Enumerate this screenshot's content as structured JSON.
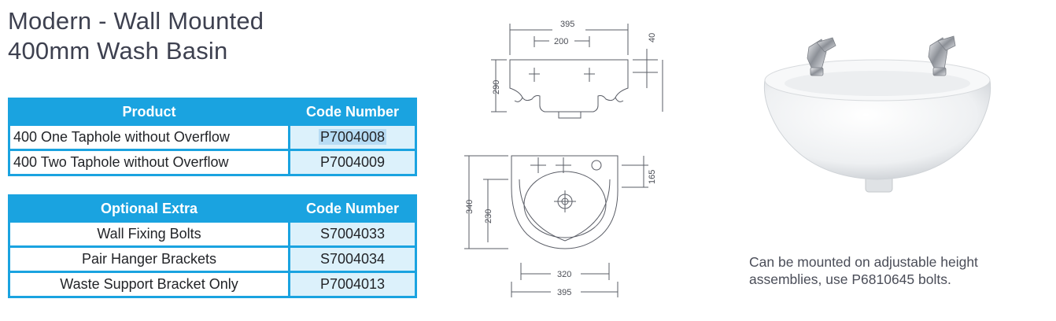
{
  "title": {
    "line1": "Modern - Wall Mounted",
    "line2": "400mm Wash Basin"
  },
  "product_table": {
    "headers": [
      "Product",
      "Code Number"
    ],
    "rows": [
      {
        "description": "400 One Taphole without Overflow",
        "code": "P7004008"
      },
      {
        "description": "400 Two Taphole without Overflow",
        "code": "P7004009"
      }
    ]
  },
  "extras_table": {
    "headers": [
      "Optional Extra",
      "Code Number"
    ],
    "rows": [
      {
        "description": "Wall Fixing Bolts",
        "code": "S7004033"
      },
      {
        "description": "Pair Hanger Brackets",
        "code": "S7004034"
      },
      {
        "description": "Waste Support Bracket Only",
        "code": "P7004013"
      }
    ]
  },
  "front_view": {
    "width_label": "395",
    "taphole_spacing_label": "200",
    "rim_depth_label": "40",
    "height_label": "290"
  },
  "plan_view": {
    "depth_label": "340",
    "bowl_depth_label": "230",
    "taphole_offset_label": "165",
    "bowl_width_label": "320",
    "width_label": "395"
  },
  "note": {
    "line1": "Can be mounted on adjustable height",
    "line2": "assemblies, use P6810645 bolts."
  },
  "colors": {
    "header_blue": "#1aa3e0",
    "code_cell": "#dcf1fb",
    "selection": "#b7dcf4"
  }
}
